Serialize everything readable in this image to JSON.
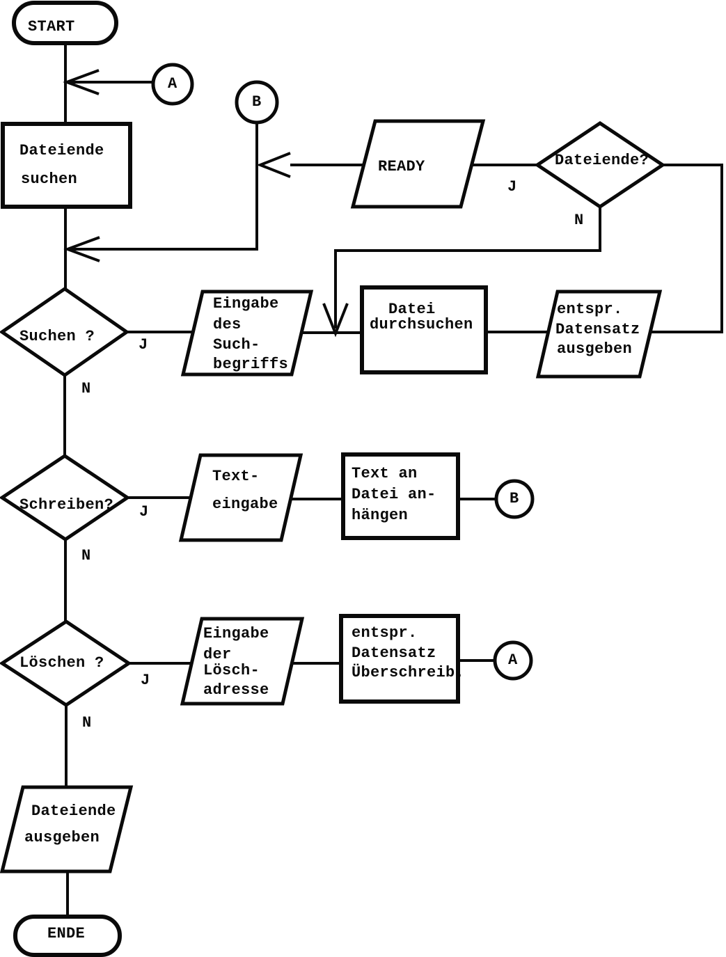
{
  "colors": {
    "ink": "#0a0a0a",
    "paper": "#ffffff"
  },
  "nodes": {
    "start": {
      "type": "terminator",
      "label": "START"
    },
    "dateiende_suchen": {
      "type": "process",
      "lines": [
        "Dateiende",
        "suchen"
      ]
    },
    "ready": {
      "type": "io",
      "label": "READY"
    },
    "dateiende_frage": {
      "type": "decision",
      "label": "Dateiende?"
    },
    "suchen_frage": {
      "type": "decision",
      "label": "Suchen ?"
    },
    "eingabe_suchbegriff": {
      "type": "io",
      "lines": [
        "Eingabe",
        "des",
        "Such-",
        "begriffs"
      ]
    },
    "datei_durchsuchen": {
      "type": "process",
      "lines": [
        "Datei",
        "durchsuchen"
      ]
    },
    "datensatz_ausgeben": {
      "type": "io",
      "lines": [
        "entspr.",
        "Datensatz",
        "ausgeben"
      ]
    },
    "schreiben_frage": {
      "type": "decision",
      "label": "Schreiben?"
    },
    "texteingabe": {
      "type": "io",
      "lines": [
        "Text-",
        "eingabe"
      ]
    },
    "text_anhaengen": {
      "type": "process",
      "lines": [
        "Text an",
        "Datei an-",
        "hängen"
      ]
    },
    "loeschen_frage": {
      "type": "decision",
      "label": "Löschen ?"
    },
    "eingabe_loeschadresse": {
      "type": "io",
      "lines": [
        "Eingabe",
        "der",
        "Lösch-",
        "adresse"
      ]
    },
    "datensatz_ueberschreiben": {
      "type": "process",
      "lines": [
        "entspr.",
        "Datensatz",
        "Überschreib."
      ]
    },
    "dateiende_ausgeben": {
      "type": "io",
      "lines": [
        "Dateiende",
        "ausgeben"
      ]
    },
    "ende": {
      "type": "terminator",
      "label": "ENDE"
    }
  },
  "connectors": {
    "a_top": {
      "label": "A"
    },
    "b_top": {
      "label": "B"
    },
    "b_mid": {
      "label": "B"
    },
    "a_mid": {
      "label": "A"
    }
  },
  "branch_labels": {
    "dateiende_j": "J",
    "dateiende_n": "N",
    "suchen_j": "J",
    "suchen_n": "N",
    "schreiben_j": "J",
    "schreiben_n": "N",
    "loeschen_j": "J",
    "loeschen_n": "N"
  },
  "edges": [
    {
      "from": "start",
      "to": "dateiende_suchen"
    },
    {
      "from": "a_top",
      "to": "main_line_above_dateiende_suchen"
    },
    {
      "from": "dateiende_suchen",
      "to": "suchen_frage"
    },
    {
      "from": "b_top",
      "to": "main_line_above_suchen_frage"
    },
    {
      "from": "ready",
      "to": "b_top_line"
    },
    {
      "from": "dateiende_frage",
      "to": "ready",
      "label": "J"
    },
    {
      "from": "dateiende_frage",
      "to": "datei_durchsuchen",
      "label": "N"
    },
    {
      "from": "suchen_frage",
      "to": "eingabe_suchbegriff",
      "label": "J"
    },
    {
      "from": "eingabe_suchbegriff",
      "to": "datei_durchsuchen"
    },
    {
      "from": "datei_durchsuchen",
      "to": "datensatz_ausgeben"
    },
    {
      "from": "datensatz_ausgeben",
      "to": "dateiende_frage"
    },
    {
      "from": "suchen_frage",
      "to": "schreiben_frage",
      "label": "N"
    },
    {
      "from": "schreiben_frage",
      "to": "texteingabe",
      "label": "J"
    },
    {
      "from": "texteingabe",
      "to": "text_anhaengen"
    },
    {
      "from": "text_anhaengen",
      "to": "b_mid"
    },
    {
      "from": "schreiben_frage",
      "to": "loeschen_frage",
      "label": "N"
    },
    {
      "from": "loeschen_frage",
      "to": "eingabe_loeschadresse",
      "label": "J"
    },
    {
      "from": "eingabe_loeschadresse",
      "to": "datensatz_ueberschreiben"
    },
    {
      "from": "datensatz_ueberschreiben",
      "to": "a_mid"
    },
    {
      "from": "loeschen_frage",
      "to": "dateiende_ausgeben",
      "label": "N"
    },
    {
      "from": "dateiende_ausgeben",
      "to": "ende"
    }
  ]
}
